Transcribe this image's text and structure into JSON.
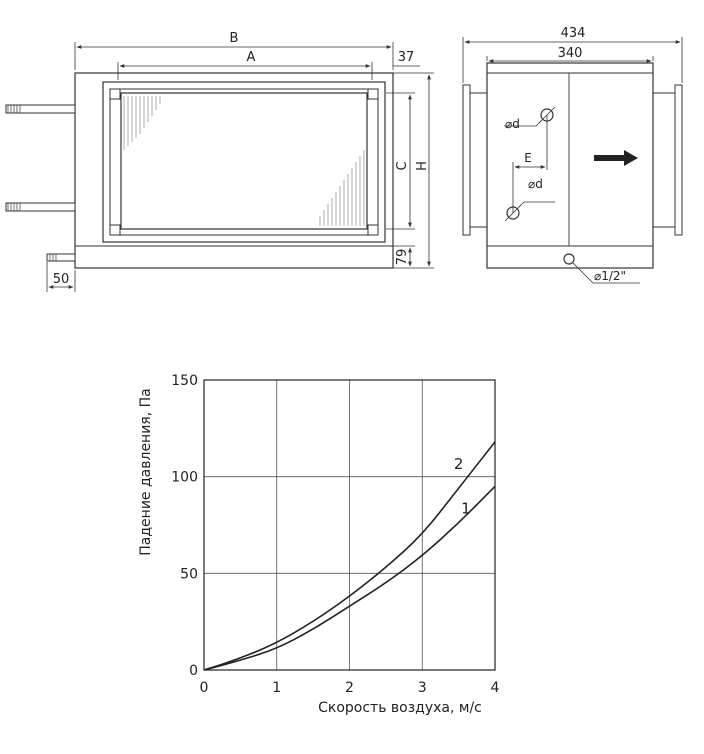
{
  "drawing": {
    "front": {
      "dim_B": "B",
      "dim_A": "A",
      "dim_37": "37",
      "dim_C": "C",
      "dim_H": "H",
      "dim_79": "79",
      "dim_50": "50"
    },
    "side": {
      "dim_434": "434",
      "dim_340": "340",
      "label_d_top": "⌀d",
      "label_E": "E",
      "label_d_bottom": "⌀d",
      "label_drain": "⌀1/2\""
    }
  },
  "chart_data": {
    "type": "line",
    "xlabel": "Скорость воздуха, м/с",
    "ylabel": "Падение давления, Па",
    "xlim": [
      0,
      4
    ],
    "ylim": [
      0,
      150
    ],
    "xticks": [
      "0",
      "1",
      "2",
      "3",
      "4"
    ],
    "yticks": [
      "0",
      "50",
      "100",
      "150"
    ],
    "grid": true,
    "series": [
      {
        "name": "1",
        "x": [
          0,
          0.5,
          1,
          1.5,
          2,
          2.5,
          3,
          3.5,
          4
        ],
        "y": [
          0,
          5,
          11,
          21,
          33,
          45,
          59,
          76,
          95
        ]
      },
      {
        "name": "2",
        "x": [
          0,
          0.5,
          1,
          1.5,
          2,
          2.5,
          3,
          3.5,
          4
        ],
        "y": [
          0,
          6,
          14,
          25,
          38,
          53,
          70,
          94,
          118
        ]
      }
    ]
  }
}
